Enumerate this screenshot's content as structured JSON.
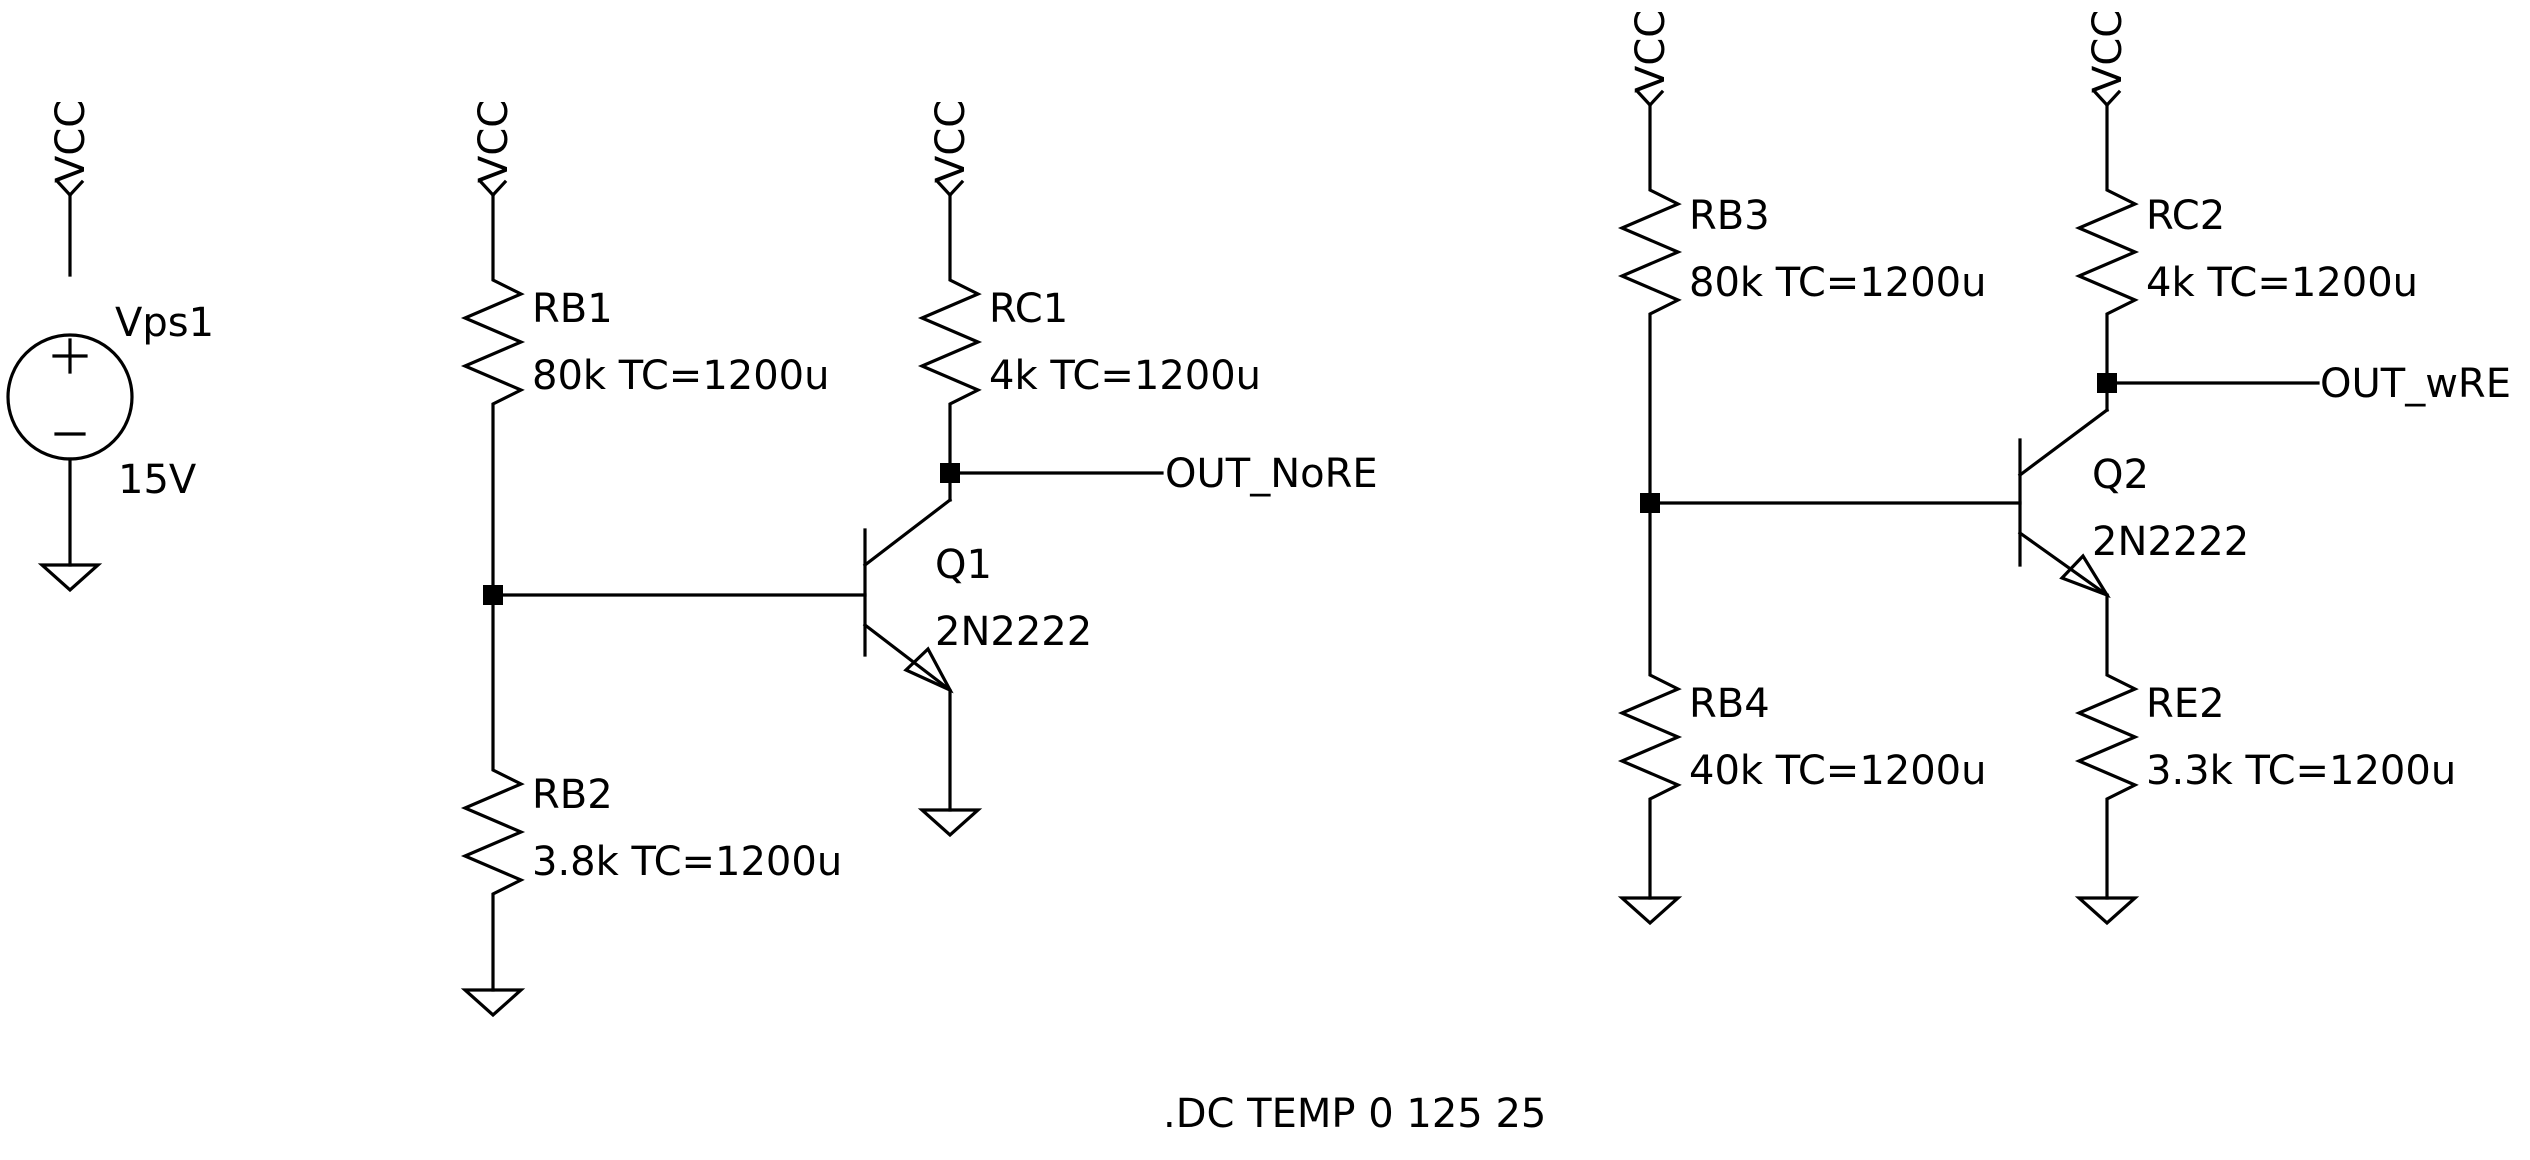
{
  "power": {
    "vcc": "VCC",
    "source": {
      "name": "Vps1",
      "value": "15V"
    }
  },
  "stage_no_re": {
    "rb1": {
      "name": "RB1",
      "value": "80k TC=1200u"
    },
    "rb2": {
      "name": "RB2",
      "value": "3.8k TC=1200u"
    },
    "rc1": {
      "name": "RC1",
      "value": "4k TC=1200u"
    },
    "q1": {
      "name": "Q1",
      "model": "2N2222"
    },
    "out": "OUT_NoRE"
  },
  "stage_with_re": {
    "rb3": {
      "name": "RB3",
      "value": "80k TC=1200u"
    },
    "rb4": {
      "name": "RB4",
      "value": "40k TC=1200u"
    },
    "rc2": {
      "name": "RC2",
      "value": "4k TC=1200u"
    },
    "re2": {
      "name": "RE2",
      "value": "3.3k TC=1200u"
    },
    "q2": {
      "name": "Q2",
      "model": "2N2222"
    },
    "out": "OUT_wRE"
  },
  "directive": ".DC TEMP 0 125 25"
}
